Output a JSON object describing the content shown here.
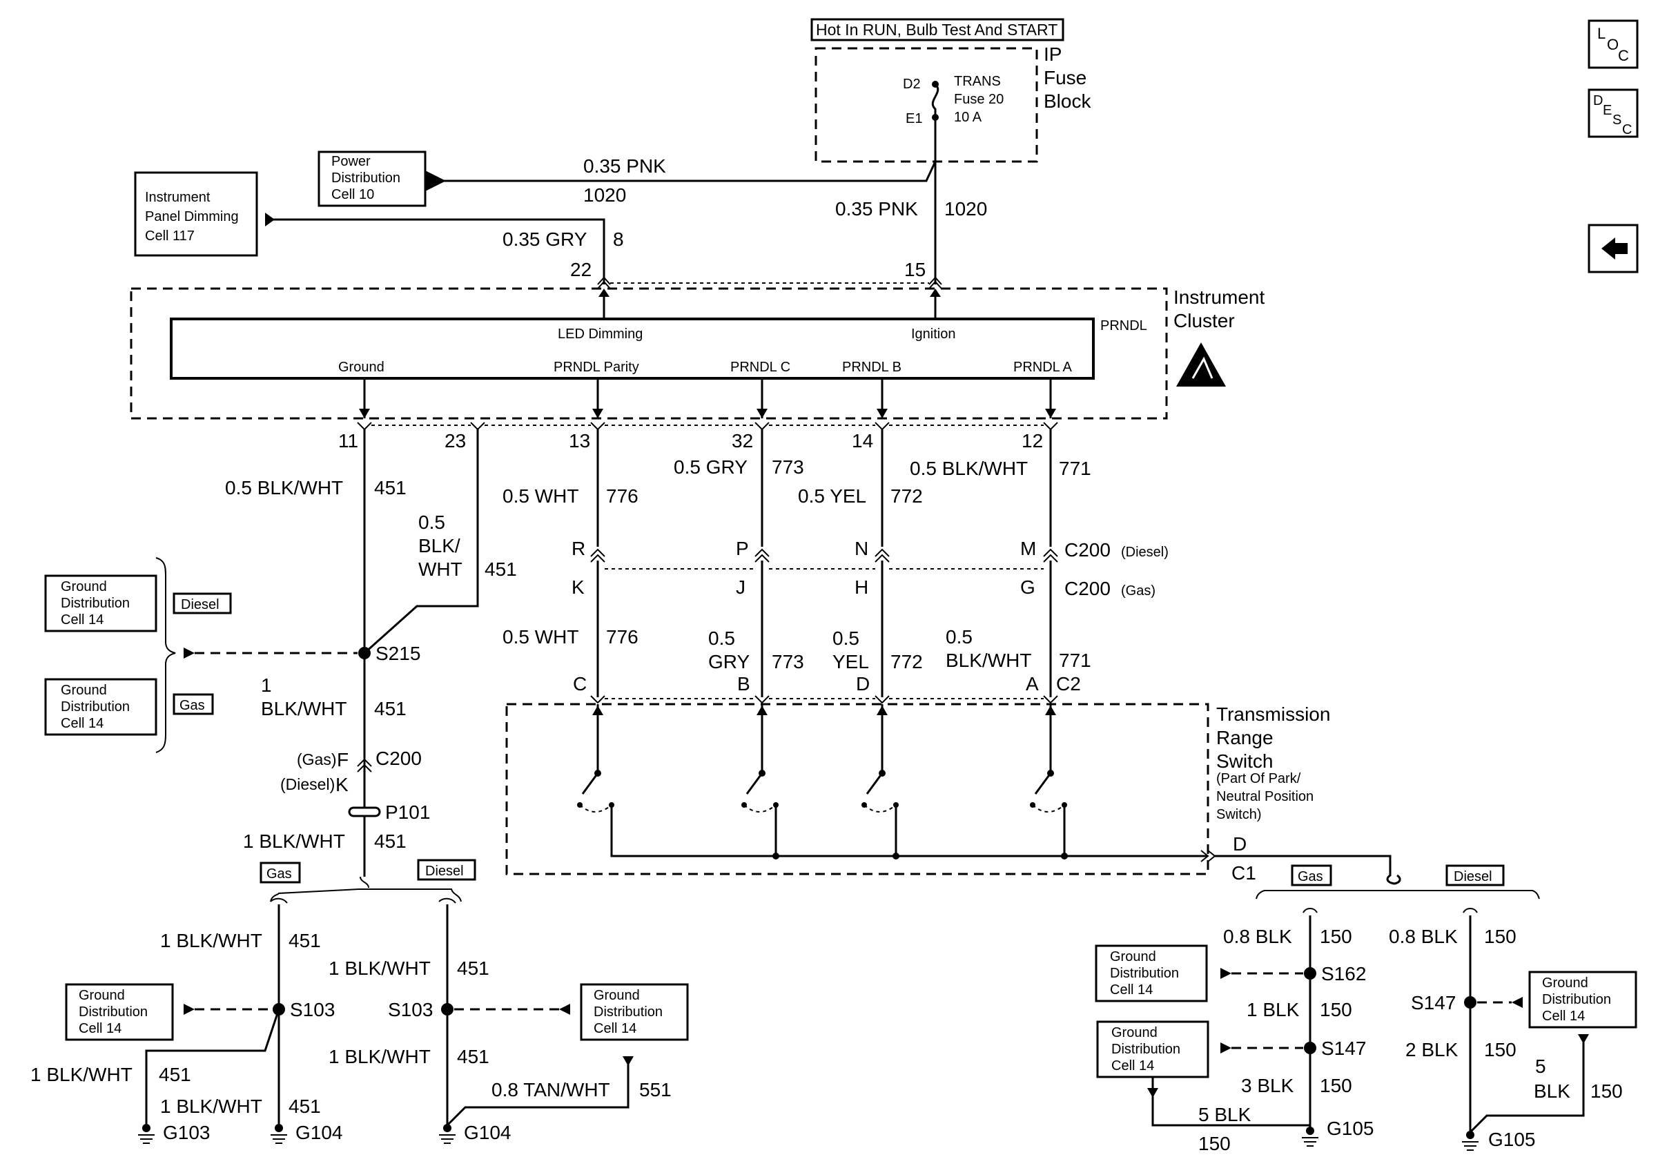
{
  "nav": {
    "loc_l": "L",
    "loc_o": "O",
    "loc_c": "C",
    "desc_d": "D",
    "desc_e": "E",
    "desc_s": "S",
    "desc_c": "C",
    "back_icon": "left-arrow-icon"
  },
  "fuse": {
    "header": "Hot In RUN, Bulb Test And START",
    "block_l1": "IP",
    "block_l2": "Fuse",
    "block_l3": "Block",
    "pin_top": "D2",
    "pin_bot": "E1",
    "name": "TRANS",
    "number": "Fuse 20",
    "rating": "10 A"
  },
  "power_dist": {
    "l1": "Power",
    "l2": "Distribution",
    "l3": "Cell 10"
  },
  "ip_dimming": {
    "l1": "Instrument",
    "l2": "Panel Dimming",
    "l3": "Cell 117"
  },
  "wires": {
    "pnk_gauge": "0.35 PNK",
    "pnk_circuit": "1020",
    "gry_gauge": "0.35 GRY",
    "gry_circuit": "8",
    "blkwht_451": "0.5 BLK/WHT",
    "c451": "451",
    "blkwht_451_split_1": "0.5",
    "blkwht_451_split_2": "BLK/",
    "blkwht_451_split_3": "WHT",
    "wht_776": "0.5 WHT",
    "c776": "776",
    "gry_773": "0.5 GRY",
    "c773": "773",
    "yel_772": "0.5 YEL",
    "c772": "772",
    "blkwht_771": "0.5 BLK/WHT",
    "c771": "771",
    "w_05": "0.5",
    "w_gry": "GRY",
    "w_yel": "YEL",
    "w_blkwht": "BLK/WHT",
    "w_1": "1",
    "w_1blkwht": "1 BLK/WHT",
    "tan_gauge": "0.8 TAN/WHT",
    "tan_circuit": "551",
    "blk_08": "0.8 BLK",
    "c150": "150",
    "blk_1": "1 BLK",
    "blk_3": "3 BLK",
    "blk_5": "5 BLK",
    "blk_2": "2 BLK",
    "w_5": "5",
    "w_blk": "BLK"
  },
  "pins": {
    "p22": "22",
    "p15": "15",
    "p11": "11",
    "p23": "23",
    "p13": "13",
    "p32": "32",
    "p14": "14",
    "p12": "12",
    "R": "R",
    "P": "P",
    "N": "N",
    "M": "M",
    "K": "K",
    "J": "J",
    "H": "H",
    "G": "G",
    "C": "C",
    "B": "B",
    "D": "D",
    "A": "A",
    "F": "F"
  },
  "cluster": {
    "title_l1": "Instrument",
    "title_l2": "Cluster",
    "prndl": "PRNDL",
    "led_dimming": "LED Dimming",
    "ignition": "Ignition",
    "ground": "Ground",
    "prndl_parity": "PRNDL Parity",
    "prndl_c": "PRNDL C",
    "prndl_b": "PRNDL B",
    "prndl_a": "PRNDL A"
  },
  "connectors": {
    "c200": "C200",
    "diesel_paren": "(Diesel)",
    "gas_paren": "(Gas)",
    "c2": "C2",
    "c1": "C1",
    "p101": "P101"
  },
  "splices": {
    "s215": "S215",
    "s103": "S103",
    "s162": "S162",
    "s147": "S147"
  },
  "grounds": {
    "g103": "G103",
    "g104": "G104",
    "g105": "G105"
  },
  "tags": {
    "gas": "Gas",
    "diesel": "Diesel"
  },
  "ground_dist": {
    "l1": "Ground",
    "l2": "Distribution",
    "l3": "Cell 14"
  },
  "trs": {
    "l1": "Transmission",
    "l2": "Range",
    "l3": "Switch",
    "l4": "(Part Of Park/",
    "l5": "Neutral Position",
    "l6": "Switch)"
  }
}
